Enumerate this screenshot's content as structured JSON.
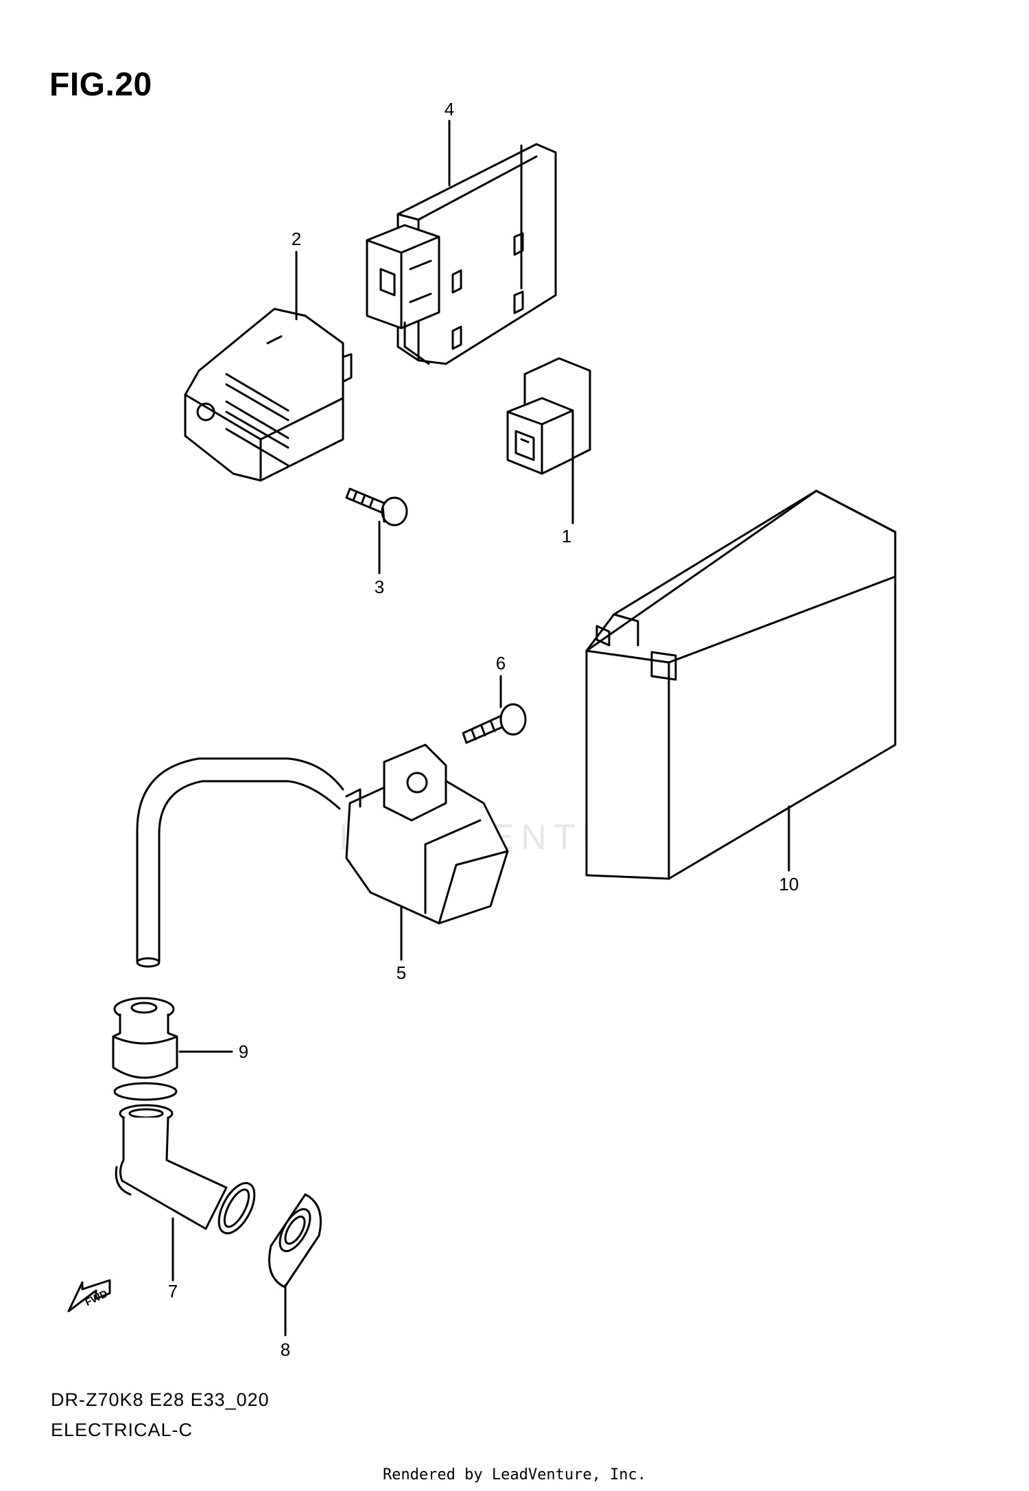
{
  "figure": {
    "title": "FIG.20"
  },
  "model_code": "DR-Z70K8 E28 E33_020",
  "section_name": "ELECTRICAL-C",
  "footer": "Rendered by LeadVenture, Inc.",
  "watermark": "LEADVENTURE",
  "callouts": [
    {
      "id": "1",
      "label": "1"
    },
    {
      "id": "2",
      "label": "2"
    },
    {
      "id": "3",
      "label": "3"
    },
    {
      "id": "4",
      "label": "4"
    },
    {
      "id": "5",
      "label": "5"
    },
    {
      "id": "6",
      "label": "6"
    },
    {
      "id": "7",
      "label": "7"
    },
    {
      "id": "8",
      "label": "8"
    },
    {
      "id": "9",
      "label": "9"
    },
    {
      "id": "10",
      "label": "10"
    }
  ],
  "fwd_arrow": {
    "label": "FWD",
    "icon": "fwd-arrow-icon"
  }
}
